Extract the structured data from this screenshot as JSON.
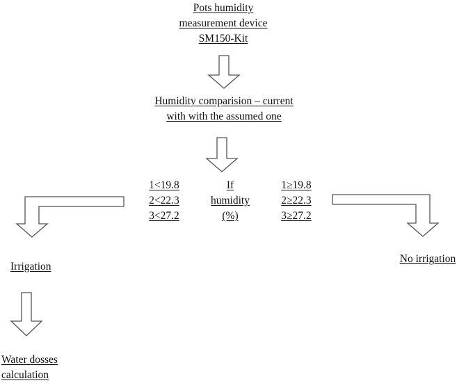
{
  "nodes": {
    "device": {
      "lines": [
        "Pots humidity",
        "measurement device",
        "SM150-Kit"
      ]
    },
    "comparison": {
      "lines": [
        "Humidity comparision – current",
        "with with the assumed one"
      ]
    },
    "left_conditions": {
      "lines": [
        "1<19.8",
        "2<22.3",
        "3<27.2"
      ]
    },
    "condition": {
      "lines": [
        "If",
        "humidity",
        "(%)"
      ]
    },
    "right_conditions": {
      "lines": [
        "1≥19.8",
        "2≥22.3",
        "3≥27.2"
      ]
    },
    "irrigation": {
      "lines": [
        "Irrigation"
      ]
    },
    "no_irrigation": {
      "lines": [
        "No irrigation"
      ]
    },
    "water": {
      "lines": [
        "Water dosses",
        "calculation"
      ]
    }
  }
}
